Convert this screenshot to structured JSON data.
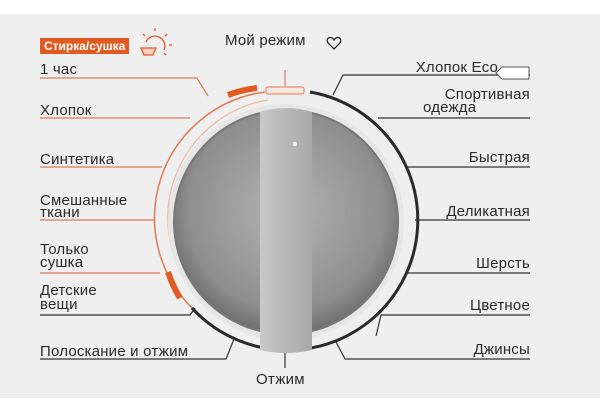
{
  "header": {
    "wash_dry_badge": "Стирка/сушка",
    "my_mode": "Мой режим"
  },
  "left_programs": [
    "1 час",
    "Хлопок",
    "Синтетика",
    "Смешанные",
    "ткани",
    "Только",
    "сушка",
    "Детские",
    "вещи",
    "Полоскание и отжим"
  ],
  "right_programs": [
    "Хлопок Eco",
    "Спортивная",
    "одежда",
    "Быстрая",
    "Деликатная",
    "Шерсть",
    "Цветное",
    "Джинсы"
  ],
  "bottom_program": "Отжим",
  "colors": {
    "accent": "#e05a22",
    "panel": "#efefef",
    "line": "#2a2a2a",
    "knob": "#9a9a9a"
  }
}
